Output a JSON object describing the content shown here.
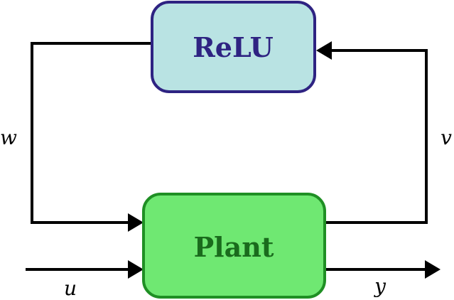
{
  "blocks": {
    "relu": {
      "label": "ReLU",
      "fill": "#b9e3e3",
      "stroke": "#2e2382",
      "text_color": "#2e2382"
    },
    "plant": {
      "label": "Plant",
      "fill": "#6fe872",
      "stroke": "#1f8f24",
      "text_color": "#1a6b1d"
    }
  },
  "signals": {
    "w": "w",
    "v": "v",
    "u": "u",
    "y": "y"
  },
  "colors": {
    "wire": "#000000",
    "background": "#ffffff"
  }
}
